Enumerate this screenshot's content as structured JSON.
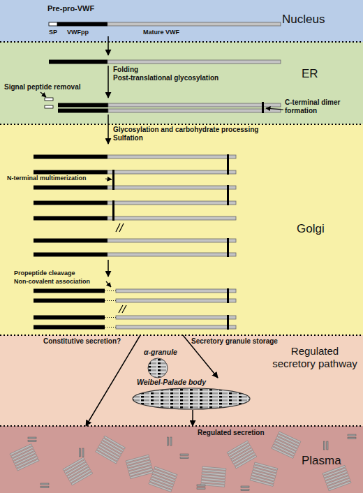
{
  "diagram": {
    "nodes": [
      {
        "text": [
          "Nucleus"
        ]
      },
      {
        "text": [
          "ER"
        ]
      },
      {
        "text": [
          "Golgi"
        ]
      },
      {
        "text": [
          "Regulated secretory pathway"
        ]
      },
      {
        "text": [
          "α-granule"
        ],
        "in": 3
      },
      {
        "text": [
          "Weibel-Palade body"
        ],
        "in": 3
      },
      {
        "text": [
          "Plasma"
        ]
      }
    ],
    "edges": [
      {
        "from": 2,
        "to": 6,
        "arrow": "to",
        "label": "Constitutive secretion?"
      },
      {
        "from": 2,
        "to": 5,
        "arrow": "to",
        "label": "Secretory granule storage"
      },
      {
        "from": 5,
        "to": 6,
        "arrow": "to",
        "label": "Regulated secretion"
      }
    ],
    "labels": [
      "Pre-pro-VWF",
      "SP",
      "VWFpp",
      "Mature VWF",
      "Signal peptide removal",
      "Folding",
      "Post-translational glycosylation",
      "C-terminal dimer formation",
      "Glycosylation and carbohydrate processing",
      "Sulfation",
      "N-terminal multimerization",
      "Propeptide cleavage",
      "Non-covalent association"
    ]
  }
}
